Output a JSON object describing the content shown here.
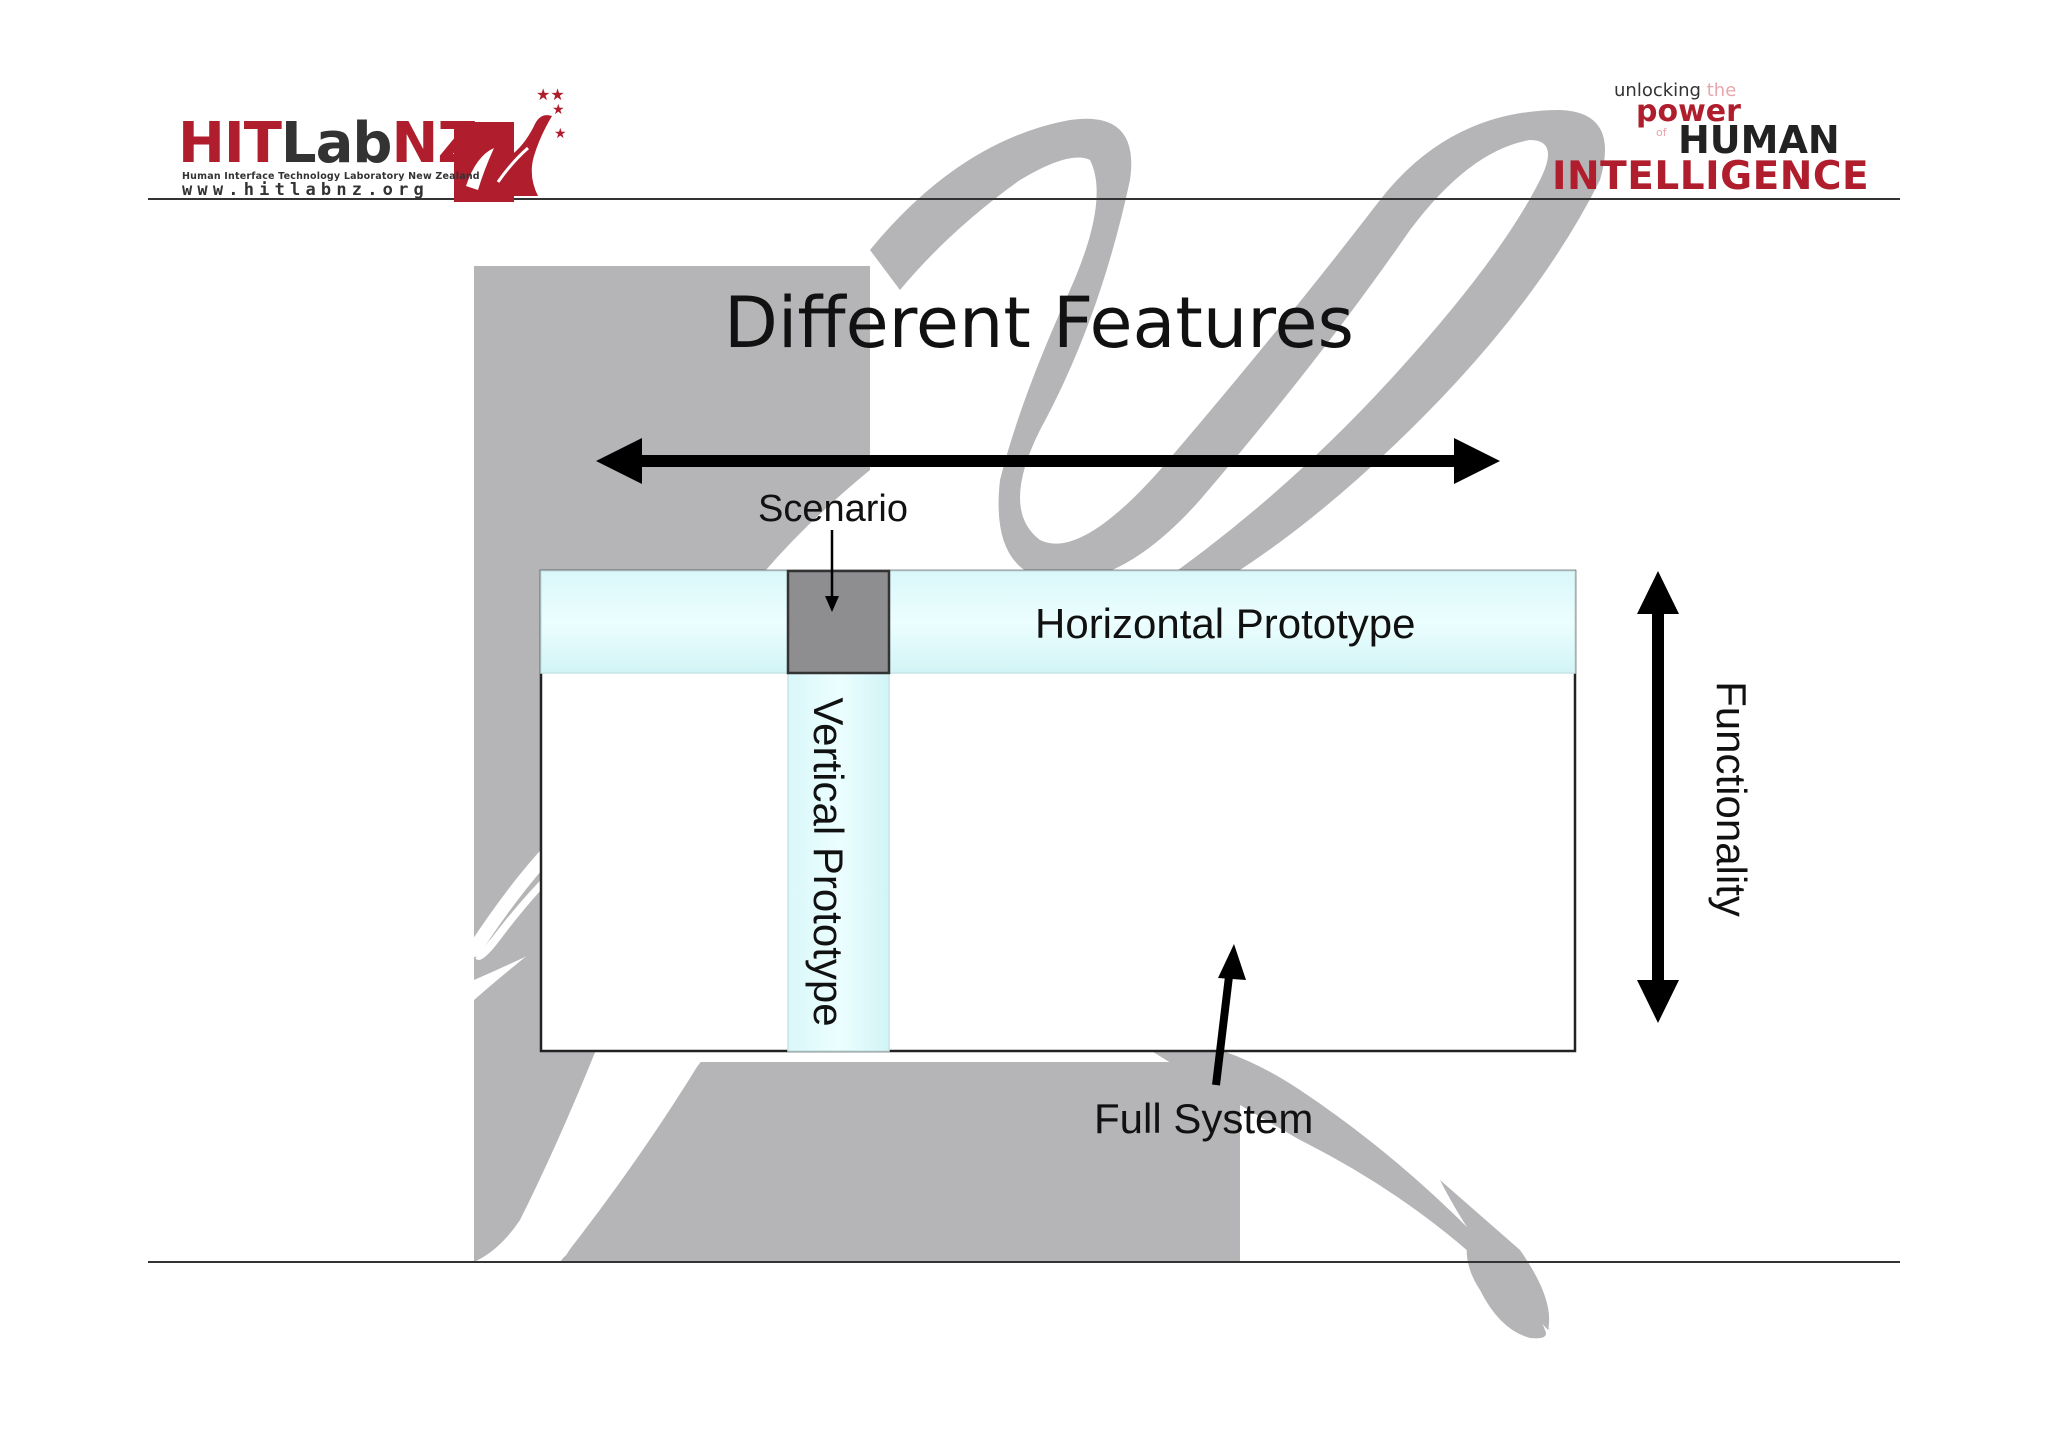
{
  "slide": {
    "title": "Different Features"
  },
  "logos": {
    "hitlab": {
      "word_hit": "HIT",
      "word_lab": "Lab",
      "word_nz": "NZ",
      "subtitle": "Human Interface Technology Laboratory New Zealand",
      "url": "www.hitlabnz.org"
    },
    "tagline": {
      "unlocking": "unlocking",
      "the": "the",
      "power": "power",
      "of": "of",
      "human": "HUMAN",
      "intelligence": "INTELLIGENCE"
    }
  },
  "diagram": {
    "labels": {
      "scenario": "Scenario",
      "horizontal": "Horizontal Prototype",
      "vertical": "Vertical Prototype",
      "full_system": "Full System",
      "functionality": "Functionality"
    },
    "colors": {
      "band_fill": "#e4fbfc",
      "scenario_fill": "#8e8d90",
      "frame_stroke": "#222222",
      "arrow": "#000000",
      "watermark": "#b5b4b7",
      "brand_red": "#b01e2e"
    }
  }
}
